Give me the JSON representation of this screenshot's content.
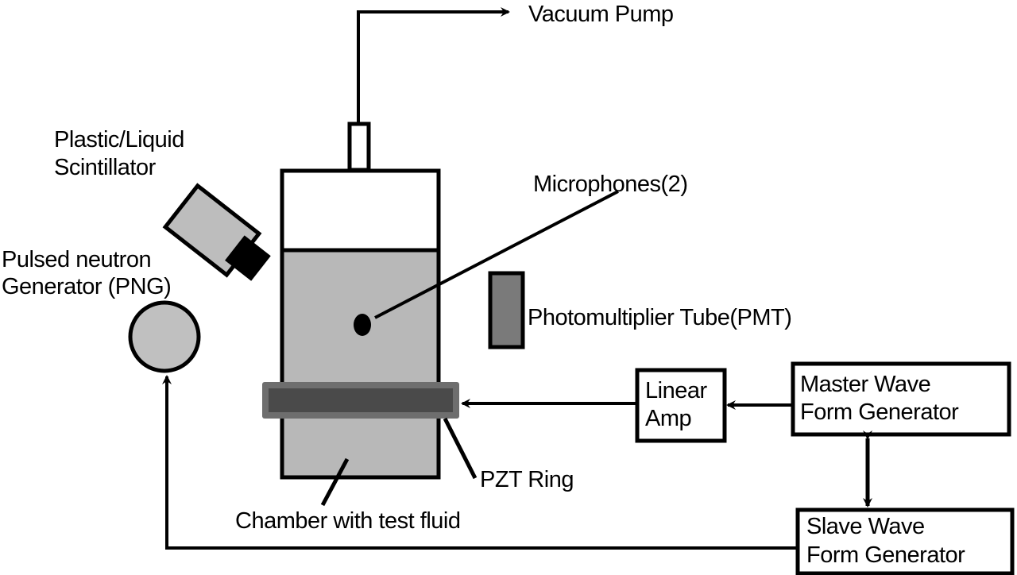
{
  "labels": {
    "vacuum_pump": "Vacuum Pump",
    "scintillator_line1": "Plastic/Liquid",
    "scintillator_line2": "Scintillator",
    "png_line1": "Pulsed neutron",
    "png_line2": "Generator (PNG)",
    "microphones": "Microphones(2)",
    "pmt": "Photomultiplier Tube(PMT)",
    "linear_amp_line1": "Linear",
    "linear_amp_line2": "Amp",
    "master_line1": "Master Wave",
    "master_line2": "Form Generator",
    "slave_line1": "Slave Wave",
    "slave_line2": "Form Generator",
    "pzt_ring": "PZT Ring",
    "chamber": "Chamber with test fluid"
  },
  "colors": {
    "line": "#000000",
    "fluid": "#b8b8b8",
    "scintillator_body": "#bdbdbd",
    "pmt_fill": "#7a7a7a",
    "pzt_outer": "#6e6e6e",
    "pzt_inner": "#4a4a4a",
    "png_fill": "#c0c0c0"
  }
}
